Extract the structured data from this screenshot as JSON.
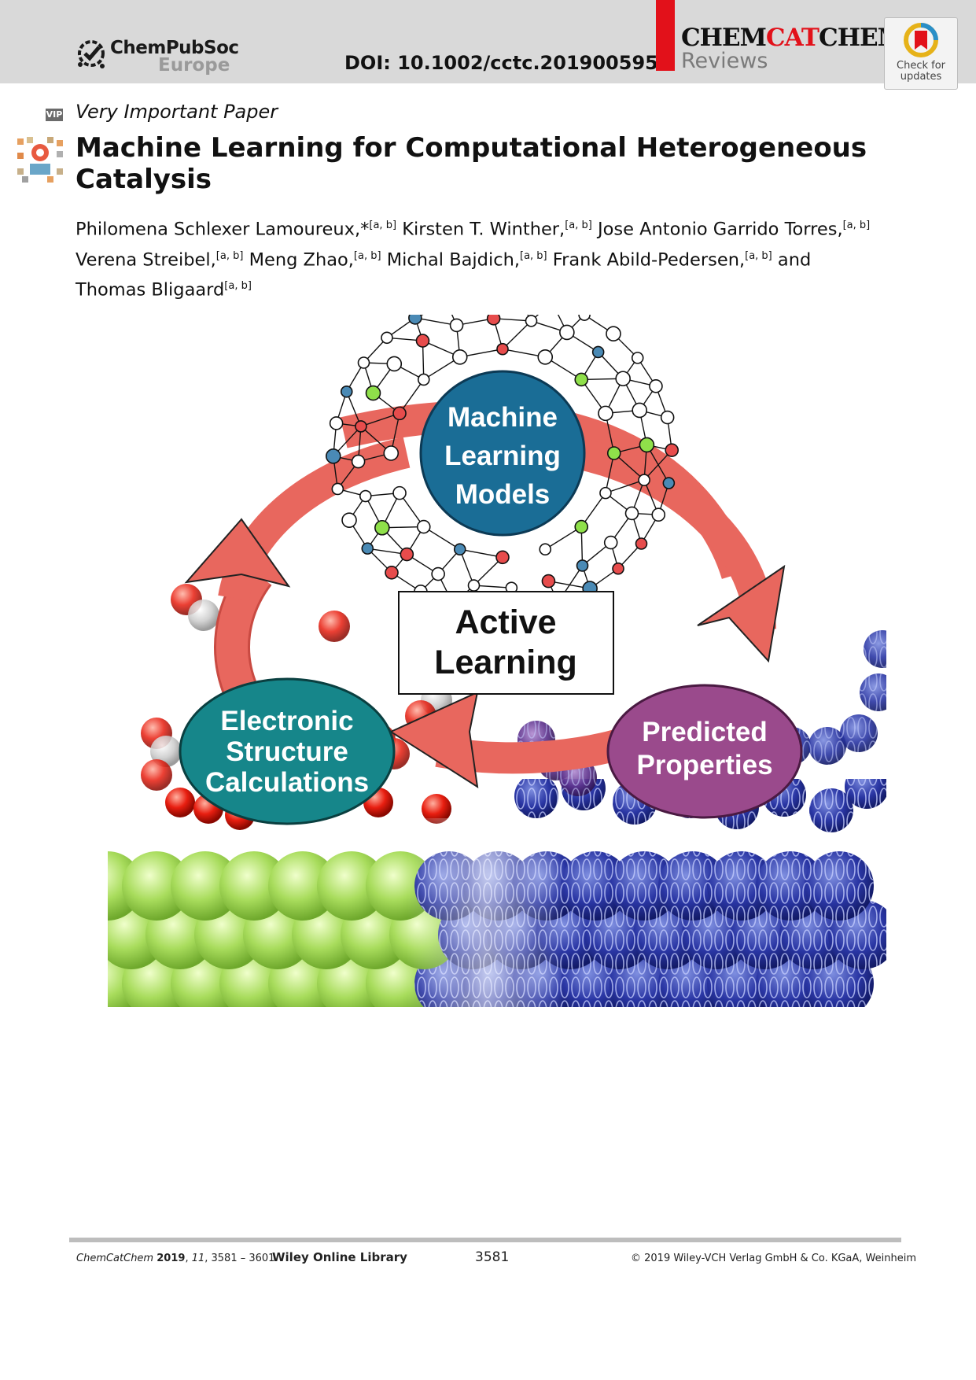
{
  "header": {
    "society_line1": "ChemPubSoc",
    "society_line2": "Europe",
    "doi": "DOI: 10.1002/cctc.201900595",
    "journal_part1": "CHEM",
    "journal_part2": "CAT",
    "journal_part3": "CHEM",
    "journal_section": "Reviews",
    "check_updates": "Check for\nupdates"
  },
  "article": {
    "vip_badge": "VIP",
    "vip_label": "Very Important Paper",
    "title": "Machine Learning for Computational Heterogeneous Catalysis",
    "authors": [
      {
        "name": "Philomena Schlexer Lamoureux,*",
        "aff": "[a, b]",
        "sep": " "
      },
      {
        "name": "Kirsten T. Winther,",
        "aff": "[a, b]",
        "sep": " "
      },
      {
        "name": "Jose Antonio Garrido Torres,",
        "aff": "[a, b]",
        "sep": " "
      },
      {
        "name": "Verena Streibel,",
        "aff": "[a, b]",
        "sep": " "
      },
      {
        "name": "Meng Zhao,",
        "aff": "[a, b]",
        "sep": " "
      },
      {
        "name": "Michal Bajdich,",
        "aff": "[a, b]",
        "sep": " "
      },
      {
        "name": "Frank Abild-Pedersen,",
        "aff": "[a, b]",
        "sep": " and "
      },
      {
        "name": "Thomas Bligaard",
        "aff": "[a, b]",
        "sep": ""
      }
    ]
  },
  "figure": {
    "ml_models": [
      "Machine",
      "Learning",
      "Models"
    ],
    "active_learning": [
      "Active",
      "Learning"
    ],
    "electronic": [
      "Electronic",
      "Structure",
      "Calculations"
    ],
    "predicted": [
      "Predicted",
      "Properties"
    ],
    "colors": {
      "ml_circle": "#1a6d96",
      "esc_circle": "#16868a",
      "pred_circle": "#9a4a8c",
      "arrow": "#e8675e",
      "node_red": "#e74c4c",
      "node_green": "#8fe04a",
      "node_blue": "#4a8ab5"
    }
  },
  "footer": {
    "journal": "ChemCatChem",
    "year": "2019",
    "volume": "11",
    "pages": ", 3581 – 3601",
    "publisher": "Wiley Online Library",
    "page_number": "3581",
    "copyright": "© 2019 Wiley-VCH Verlag GmbH & Co. KGaA, Weinheim"
  }
}
